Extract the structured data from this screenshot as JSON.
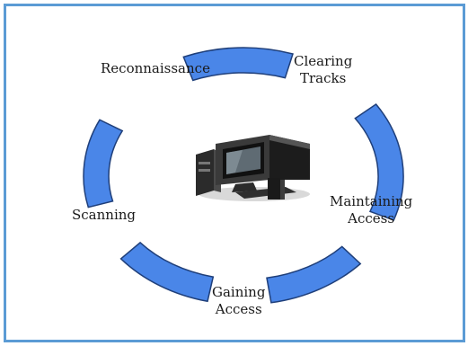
{
  "diagram": {
    "stages": [
      {
        "id": "reconnaissance",
        "lines": [
          "Reconnaissance"
        ]
      },
      {
        "id": "clearing-tracks",
        "lines": [
          "Clearing",
          "Tracks"
        ]
      },
      {
        "id": "maintaining-access",
        "lines": [
          "Maintaining",
          "Access"
        ]
      },
      {
        "id": "gaining-access",
        "lines": [
          "Gaining",
          "Access"
        ]
      },
      {
        "id": "scanning",
        "lines": [
          "Scanning"
        ]
      }
    ],
    "center_icon": "computer-icon",
    "colors": {
      "segment_fill": "#4a86e8",
      "segment_stroke": "#1f3f7a",
      "frame_border": "#5b9bd5"
    }
  }
}
